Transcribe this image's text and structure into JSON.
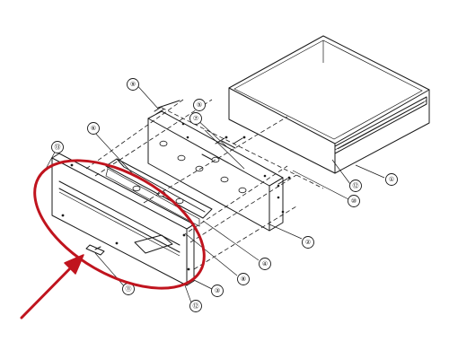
{
  "diagram": {
    "colors": {
      "line": "#1a1a1a",
      "highlight": "#c0141e",
      "background": "#ffffff"
    },
    "callouts": [
      {
        "id": "c1",
        "label": "①"
      },
      {
        "id": "c2",
        "label": "②"
      },
      {
        "id": "c3",
        "label": "③"
      },
      {
        "id": "c4",
        "label": "④"
      },
      {
        "id": "c5",
        "label": "⑤"
      },
      {
        "id": "c6",
        "label": "⑥"
      },
      {
        "id": "c7",
        "label": "⑦"
      },
      {
        "id": "c8",
        "label": "⑧"
      },
      {
        "id": "c9",
        "label": "⑨"
      },
      {
        "id": "c10",
        "label": "⑩"
      },
      {
        "id": "c11",
        "label": "⑪"
      },
      {
        "id": "c12a",
        "label": "⑫"
      },
      {
        "id": "c12b",
        "label": "⑫"
      },
      {
        "id": "c13",
        "label": "⑬"
      }
    ]
  }
}
